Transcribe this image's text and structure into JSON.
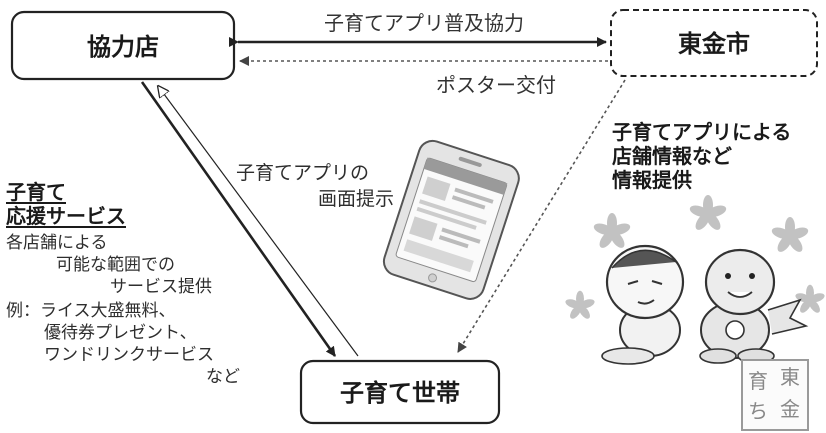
{
  "nodes": {
    "store": "協力店",
    "city": "東金市",
    "household": "子育て世帯"
  },
  "edges": {
    "app_promotion": "子育てアプリ普及協力",
    "poster": "ポスター交付",
    "show_app_line1": "子育てアプリの",
    "show_app_line2": "画面提示"
  },
  "city_info": {
    "line1": "子育てアプリによる",
    "line2": "店舗情報など",
    "line3": "情報提供"
  },
  "service": {
    "title_line1": "子育て",
    "title_line2": "応援サービス",
    "desc_line1": "各店舗による",
    "desc_line2": "可能な範囲での",
    "desc_line3": "サービス提供",
    "example_line1": "例：ライス大盛無料、",
    "example_line2": "優待券プレゼント、",
    "example_line3": "ワンドリンクサービス",
    "example_line4": "など"
  },
  "stamp": {
    "chars": [
      "育",
      "東",
      "ち",
      "金"
    ]
  },
  "colors": {
    "box_border": "#222222",
    "arrow": "#222222",
    "dotted": "#666666",
    "phone_body": "#e6e6e6",
    "flower": "#bdbdbd"
  }
}
